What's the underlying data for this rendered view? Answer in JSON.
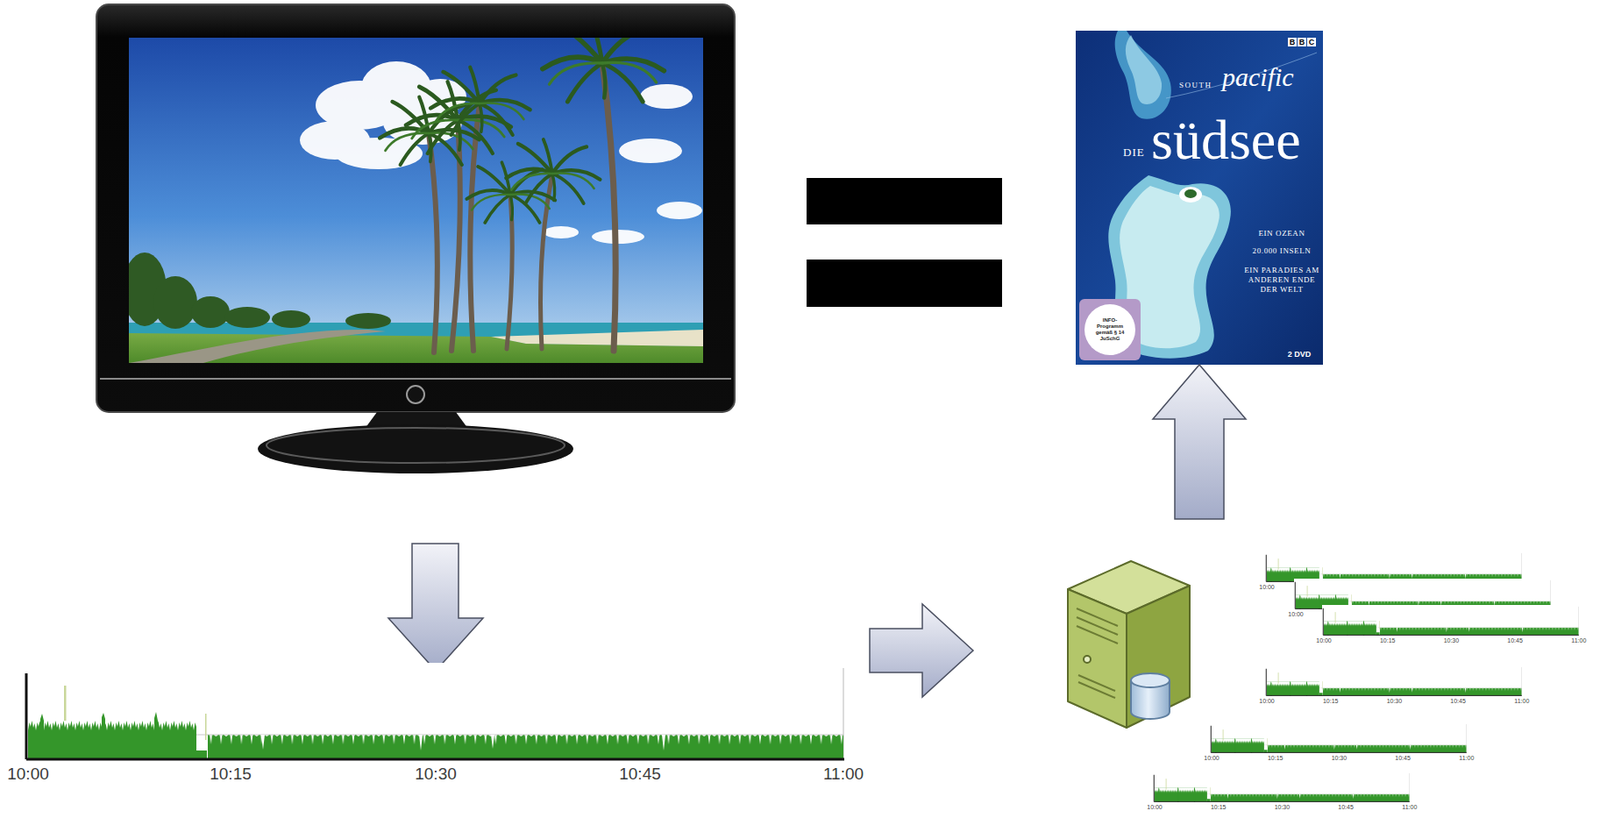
{
  "diagram": {
    "nodes": [
      {
        "text": [
          "10:00",
          "10:15",
          "10:30",
          "10:45",
          "11:00"
        ]
      },
      {
        "text": [
          "10:00",
          "10:00",
          "10:00",
          "10:15",
          "10:30",
          "10:45",
          "11:00",
          "10:00",
          "10:15",
          "10:30",
          "10:45",
          "11:00",
          "10:00",
          "10:15",
          "10:30",
          "10:45",
          "11:00",
          "10:00",
          "10:15",
          "10:30",
          "10:45",
          "11:00"
        ]
      },
      {
        "text": [
          "BBC",
          "SOUTH",
          "pacific",
          "DIE",
          "südsee",
          "EIN OZEAN",
          "20.000 INSELN",
          "EIN PARADIES AM ANDEREN ENDE DER WELT",
          "INFO-Programm gemäß § 14 JuSchG",
          "2 DVD"
        ]
      }
    ],
    "edges": [
      {
        "from": 0,
        "to": 1,
        "arrow": "to"
      },
      {
        "from": 1,
        "to": 2,
        "arrow": "to"
      }
    ]
  }
}
